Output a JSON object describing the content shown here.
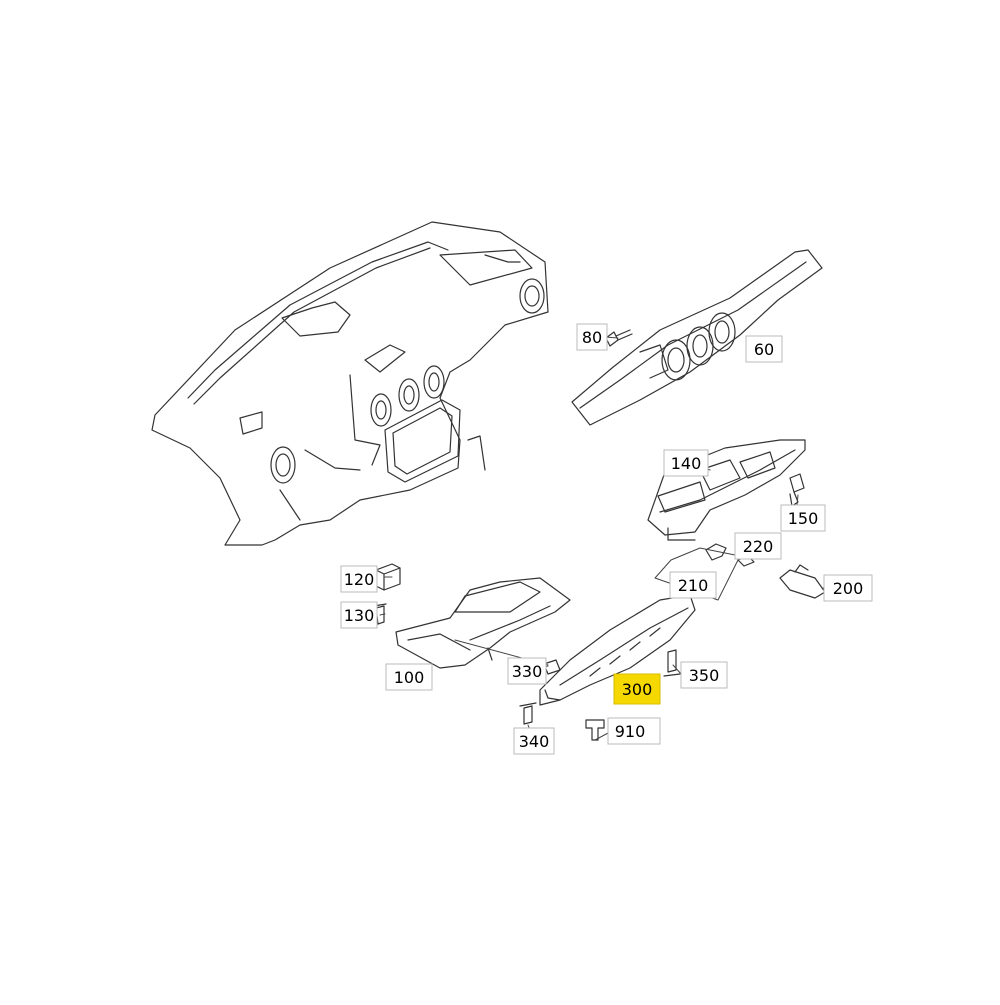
{
  "diagram": {
    "highlight_color": "#f5d800",
    "line_color": "#333333",
    "callouts": [
      {
        "id": "60",
        "text": "60"
      },
      {
        "id": "80",
        "text": "80"
      },
      {
        "id": "100",
        "text": "100"
      },
      {
        "id": "120",
        "text": "120"
      },
      {
        "id": "130",
        "text": "130"
      },
      {
        "id": "140",
        "text": "140"
      },
      {
        "id": "150",
        "text": "150"
      },
      {
        "id": "200",
        "text": "200"
      },
      {
        "id": "210",
        "text": "210"
      },
      {
        "id": "220",
        "text": "220"
      },
      {
        "id": "300",
        "text": "300",
        "highlighted": true
      },
      {
        "id": "330",
        "text": "330"
      },
      {
        "id": "340",
        "text": "340"
      },
      {
        "id": "350",
        "text": "350"
      },
      {
        "id": "910",
        "text": "910"
      }
    ]
  }
}
